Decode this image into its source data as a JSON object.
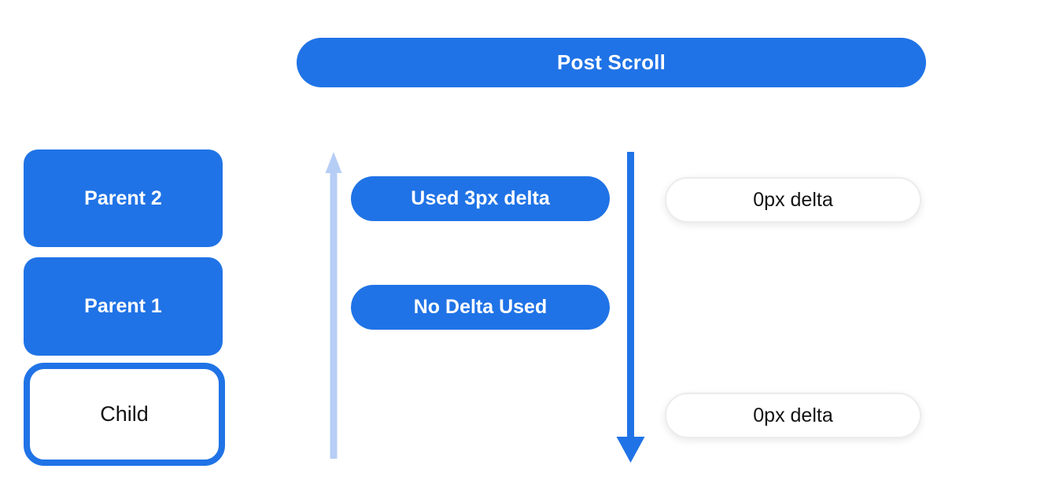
{
  "header": {
    "label": "Post Scroll"
  },
  "colors": {
    "primary_blue": "#2073e6",
    "light_blue": "#b6cef5",
    "text_dark": "#131313",
    "white_pill_border": "#ececec",
    "background": "#ffffff"
  },
  "left_stack": {
    "boxes": [
      {
        "label": "Parent 2",
        "variant": "blue-filled"
      },
      {
        "label": "Parent 1",
        "variant": "blue-filled"
      },
      {
        "label": "Child",
        "variant": "white-outlined"
      }
    ]
  },
  "middle_column": {
    "pills": [
      {
        "label": "Used 3px delta"
      },
      {
        "label": "No Delta Used"
      }
    ]
  },
  "right_column": {
    "pills": [
      {
        "label": "0px delta"
      },
      {
        "label": "0px delta"
      }
    ]
  },
  "arrows": {
    "up": {
      "name": "upward-scroll-arrow",
      "color": "#b6cef5"
    },
    "down": {
      "name": "downward-scroll-arrow",
      "color": "#2073e6"
    }
  }
}
